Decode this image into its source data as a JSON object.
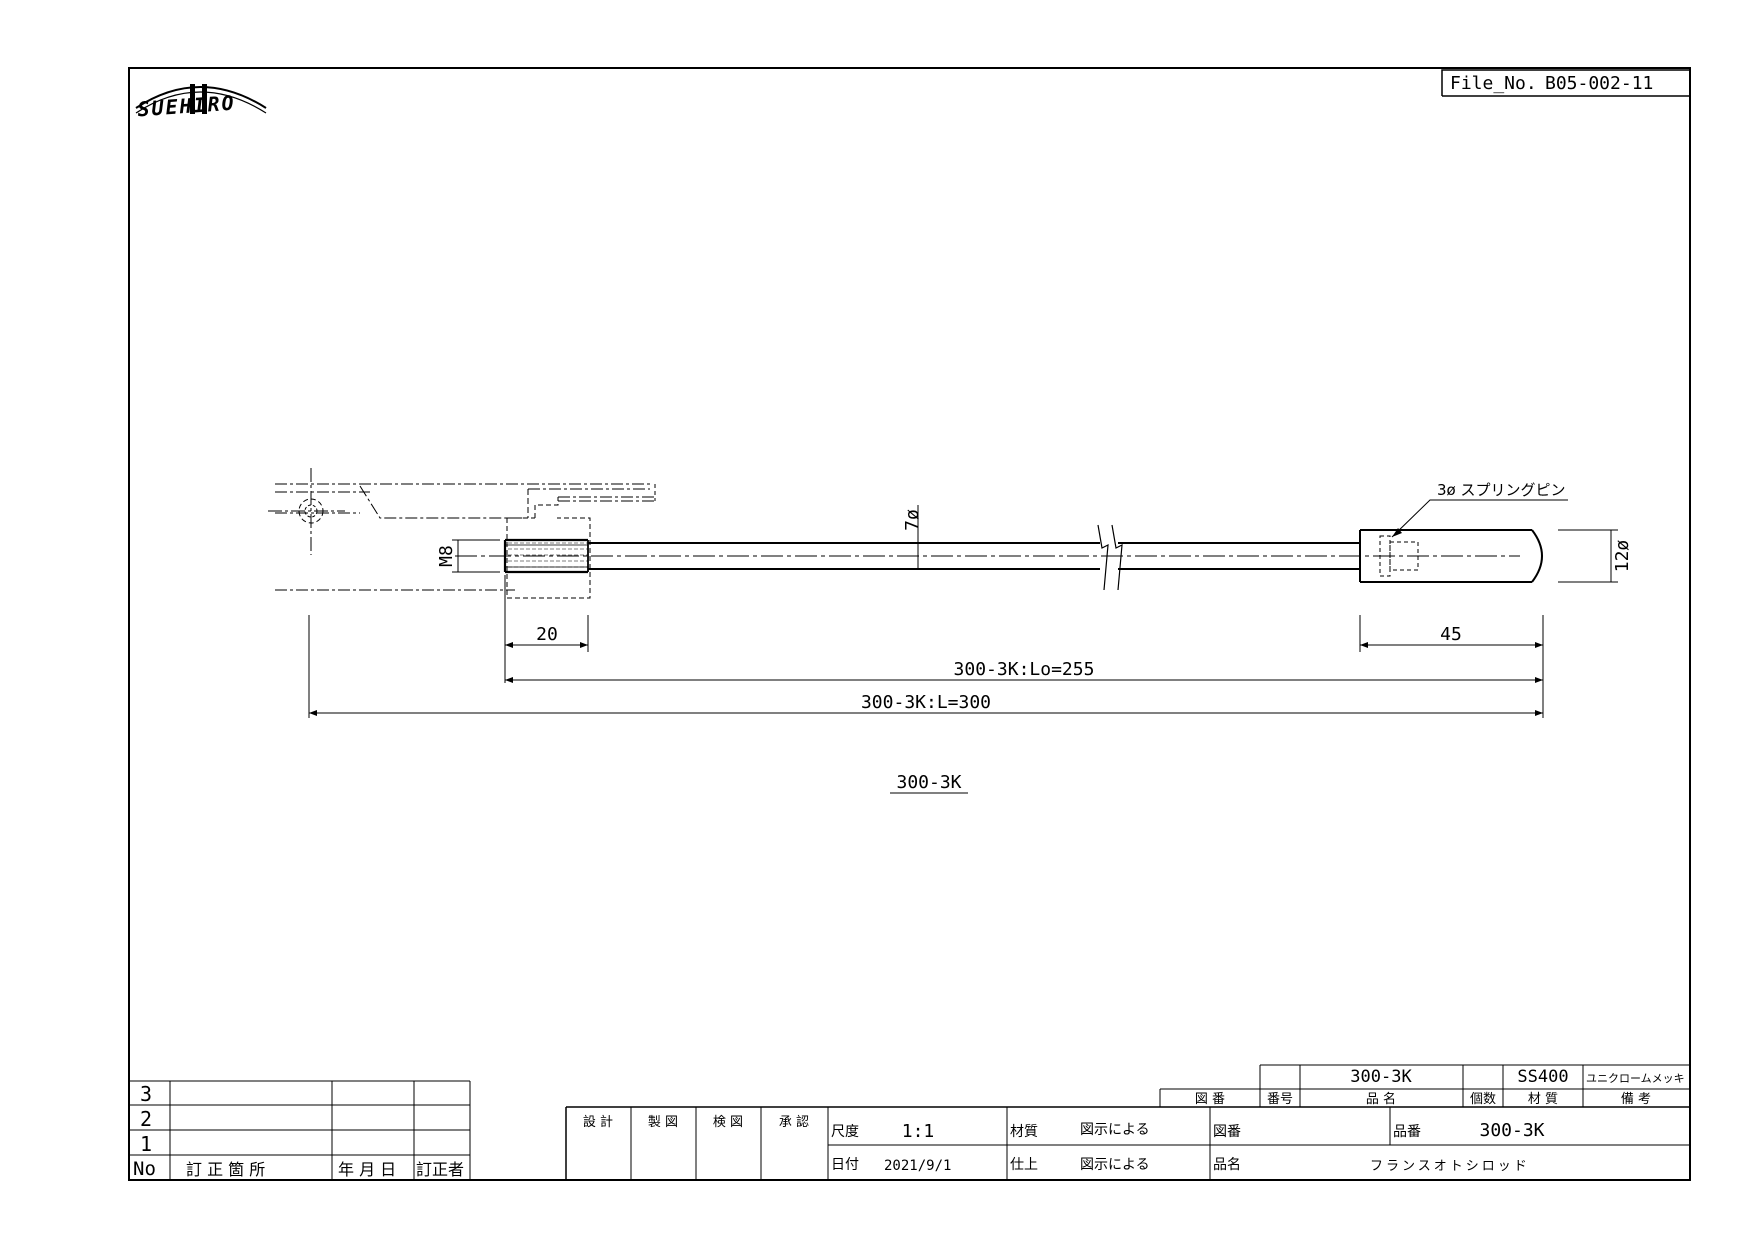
{
  "logo": {
    "text": "SUEHIRO"
  },
  "file_no": {
    "label": "File_No.",
    "value": "B05-002-11"
  },
  "drawing": {
    "dim_rod_dia": "7ø",
    "dim_thread": "M8",
    "dim_head_dia": "12ø",
    "dim_spring_pin": "3ø スプリングピン",
    "dim_thread_len": "20",
    "dim_head_len": "45",
    "dim_lo": "300-3K:Lo=255",
    "dim_l": "300-3K:L=300",
    "caption": "300-3K"
  },
  "revision_table": {
    "rows": [
      "3",
      "2",
      "1"
    ],
    "headers": {
      "no": "No",
      "place": "訂 正 箇 所",
      "date": "年 月 日",
      "reviser": "訂正者"
    }
  },
  "parts_list": {
    "row": {
      "part_name": "300-3K",
      "material": "SS400",
      "remarks": "ユニクロームメッキ"
    },
    "headers": {
      "drawing_no": "図 番",
      "number": "番号",
      "part_name": "品 名",
      "qty": "個数",
      "material": "材 質",
      "remarks": "備 考"
    }
  },
  "title_block": {
    "sign": {
      "design": "設 計",
      "draft": "製 図",
      "check": "検 図",
      "approve": "承 認"
    },
    "scale_label": "尺度",
    "scale_value": "1:1",
    "date_label": "日付",
    "date_value": "2021/9/1",
    "material_label": "材質",
    "material_value": "図示による",
    "finish_label": "仕上",
    "finish_value": "図示による",
    "drawing_no_label": "図番",
    "item_no_label": "品番",
    "item_no_value": "300-3K",
    "name_label": "品名",
    "name_value": "フランスオトシロッド"
  }
}
